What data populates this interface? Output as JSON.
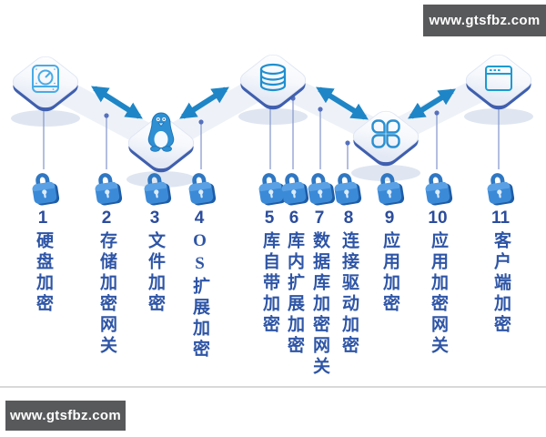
{
  "watermark": {
    "top": "www.gtsfbz.com",
    "bottom": "www.gtsfbz.com"
  },
  "nodes": [
    {
      "name": "hard-disk",
      "icon": "hdd-icon"
    },
    {
      "name": "linux-os",
      "icon": "tux-linux-icon"
    },
    {
      "name": "database",
      "icon": "database-icon"
    },
    {
      "name": "application",
      "icon": "app-grid-icon"
    },
    {
      "name": "client",
      "icon": "browser-window-icon"
    }
  ],
  "items": [
    {
      "num": "1",
      "label": "硬盘加密"
    },
    {
      "num": "2",
      "label": "存储加密网关"
    },
    {
      "num": "3",
      "label": "文件加密"
    },
    {
      "num": "4",
      "label": "OS扩展加密"
    },
    {
      "num": "5",
      "label": "库自带加密"
    },
    {
      "num": "6",
      "label": "库内扩展加密"
    },
    {
      "num": "7",
      "label": "数据库加密网关"
    },
    {
      "num": "8",
      "label": "连接驱动加密"
    },
    {
      "num": "9",
      "label": "应用加密"
    },
    {
      "num": "10",
      "label": "应用加密网关"
    },
    {
      "num": "11",
      "label": "客户端加密"
    }
  ],
  "colors": {
    "arrow": "#1e86c6",
    "icon_stroke": "#259bd8",
    "tile_edge": "#3f5fae",
    "padlock_body": "#3b8ad8",
    "padlock_shade": "#1e5ca6",
    "text_number": "#2c4d9d",
    "text_label": "#2e55a6",
    "watermark_bg": "#58595b",
    "stem_line": "#8b9ccf"
  }
}
